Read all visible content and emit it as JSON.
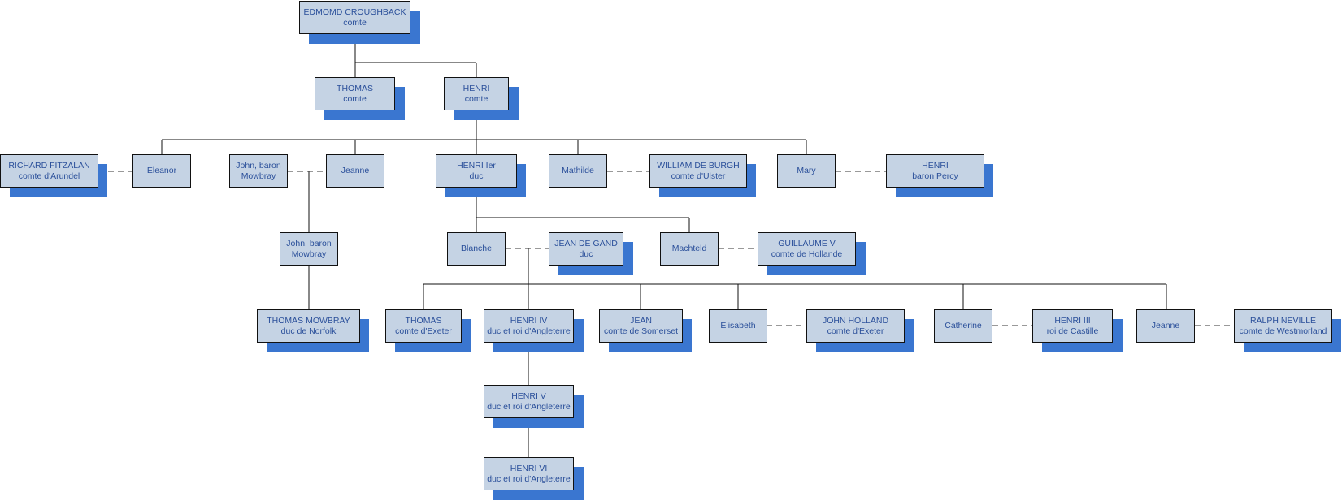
{
  "colors": {
    "box_fill": "#c5d3e4",
    "box_border": "#111111",
    "shadow": "#3a76d0",
    "text": "#2a4f9a"
  },
  "people": {
    "edmond": {
      "name": "EDMOMD CROUGHBACK",
      "title": "comte"
    },
    "thomas_comte": {
      "name": "THOMAS",
      "title": "comte"
    },
    "henri_comte": {
      "name": "HENRI",
      "title": "comte"
    },
    "richard_fitzalan": {
      "name": "RICHARD FITZALAN",
      "title": "comte d'Arundel"
    },
    "eleanor": {
      "name": "Eleanor"
    },
    "john_mowbray_1": {
      "name": "John, baron",
      "title": "Mowbray"
    },
    "jeanne_1": {
      "name": "Jeanne"
    },
    "henri_ier": {
      "name": "HENRI Ier",
      "title": "duc"
    },
    "mathilde": {
      "name": "Mathilde"
    },
    "william_de_burgh": {
      "name": "WILLIAM DE BURGH",
      "title": "comte d'Ulster"
    },
    "mary": {
      "name": "Mary"
    },
    "henri_percy": {
      "name": "HENRI",
      "title": "baron Percy"
    },
    "john_mowbray_2": {
      "name": "John, baron",
      "title": "Mowbray"
    },
    "blanche": {
      "name": "Blanche"
    },
    "jean_de_gand": {
      "name": "JEAN DE GAND",
      "title": "duc"
    },
    "machteld": {
      "name": "Machteld"
    },
    "guillaume_v": {
      "name": "GUILLAUME V",
      "title": "comte de Hollande"
    },
    "thomas_mowbray": {
      "name": "THOMAS MOWBRAY",
      "title": "duc de Norfolk"
    },
    "thomas_exeter": {
      "name": "THOMAS",
      "title": "comte d'Exeter"
    },
    "henri_iv": {
      "name": "HENRI IV",
      "title": "duc et roi d'Angleterre"
    },
    "jean_somerset": {
      "name": "JEAN",
      "title": "comte de Somerset"
    },
    "elisabeth": {
      "name": "Elisabeth"
    },
    "john_holland": {
      "name": "JOHN HOLLAND",
      "title": "comte d'Exeter"
    },
    "catherine": {
      "name": "Catherine"
    },
    "henri_iii_castille": {
      "name": "HENRI III",
      "title": "roi de Castille"
    },
    "jeanne_2": {
      "name": "Jeanne"
    },
    "ralph_neville": {
      "name": "RALPH NEVILLE",
      "title": "comte de Westmorland"
    },
    "henri_v": {
      "name": "HENRI V",
      "title": "duc et roi d'Angleterre"
    },
    "henri_vi": {
      "name": "HENRI VI",
      "title": "duc et roi d'Angleterre"
    }
  }
}
